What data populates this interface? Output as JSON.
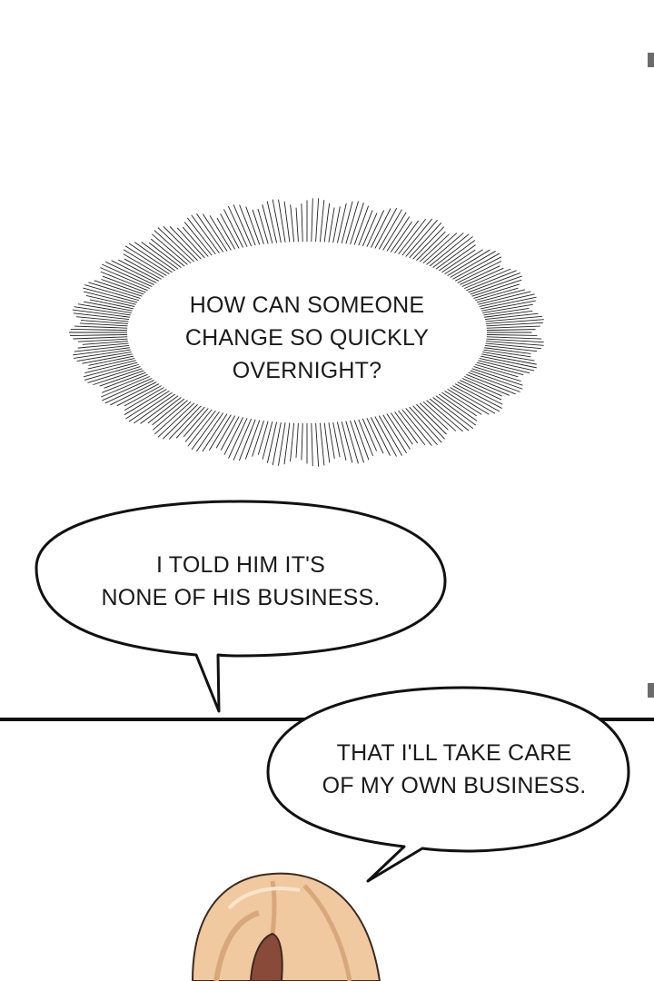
{
  "panel": {
    "thought_bubble": {
      "lines": [
        "HOW CAN SOMEONE",
        "CHANGE SO QUICKLY",
        "OVERNIGHT?"
      ]
    },
    "speech_bubble_1": {
      "lines": [
        "I TOLD HIM IT'S",
        "NONE OF HIS BUSINESS."
      ]
    },
    "speech_bubble_2": {
      "lines": [
        "THAT I'LL TAKE CARE",
        "OF MY OWN BUSINESS."
      ]
    }
  },
  "colors": {
    "ink": "#1a1a1a",
    "hair": "#f0c9a0",
    "hair_shadow": "#d9a77c",
    "background": "#ffffff"
  }
}
